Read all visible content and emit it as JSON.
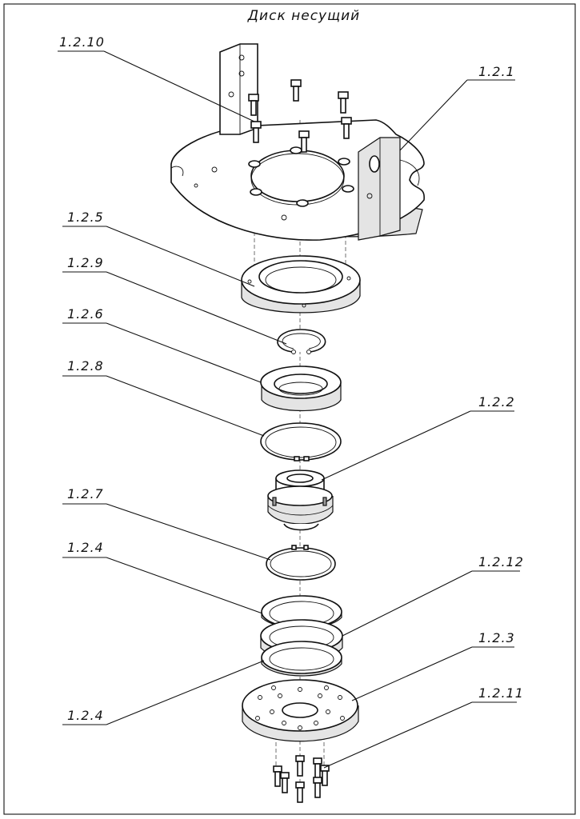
{
  "title": "Диск несущий",
  "callouts": [
    {
      "id": "1.2.10",
      "label": "1.2.10"
    },
    {
      "id": "1.2.1",
      "label": "1.2.1"
    },
    {
      "id": "1.2.5",
      "label": "1.2.5"
    },
    {
      "id": "1.2.9",
      "label": "1.2.9"
    },
    {
      "id": "1.2.6",
      "label": "1.2.6"
    },
    {
      "id": "1.2.8",
      "label": "1.2.8"
    },
    {
      "id": "1.2.2",
      "label": "1.2.2"
    },
    {
      "id": "1.2.7",
      "label": "1.2.7"
    },
    {
      "id": "1.2.4a",
      "label": "1.2.4"
    },
    {
      "id": "1.2.12",
      "label": "1.2.12"
    },
    {
      "id": "1.2.3",
      "label": "1.2.3"
    },
    {
      "id": "1.2.11",
      "label": "1.2.11"
    },
    {
      "id": "1.2.4b",
      "label": "1.2.4"
    }
  ]
}
